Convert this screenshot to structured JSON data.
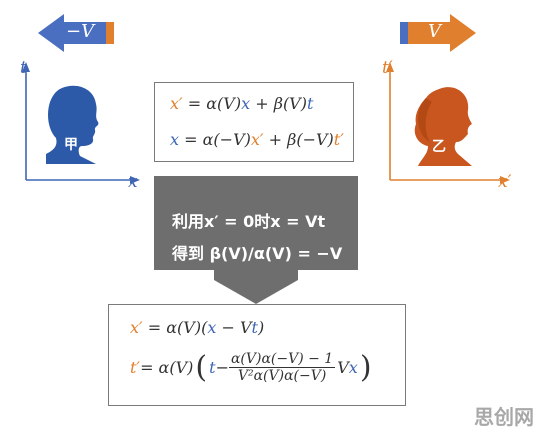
{
  "left_frame": {
    "arrow_label": "−V",
    "axis_t": "t",
    "axis_x": "x",
    "observer_label": "甲"
  },
  "right_frame": {
    "arrow_label": "V",
    "axis_t": "t′",
    "axis_x": "x′",
    "observer_label": "乙"
  },
  "top_equations": {
    "line1": {
      "a": "x′",
      "b": " = α(V)",
      "c": "x",
      "d": " + β(V)",
      "e": "t"
    },
    "line2": {
      "a": "x",
      "b": " = α(−V)",
      "c": "x′",
      "d": " + β(−V)",
      "e": "t′"
    }
  },
  "middle_step": {
    "line1": "利用x′ = 0时x = Vt",
    "line2": "得到 β(V)/α(V) = −V"
  },
  "bottom_equations": {
    "line1": {
      "a": "x′",
      "b": " = α(V)(",
      "c": "x",
      "d": " − V",
      "e": "t",
      "f": ")"
    },
    "line2": {
      "a": "t′",
      "b": " = α(V)",
      "open": "(",
      "c": "t",
      "minus": " − ",
      "num": "α(V)α(−V) − 1",
      "den": "V²α(V)α(−V)",
      "v": "V",
      "x": "x",
      "close": ")"
    }
  },
  "watermark": "思创网",
  "colors": {
    "blue": "#3f66b5",
    "orange": "#e0802e",
    "gray": "#6e6e6e"
  }
}
